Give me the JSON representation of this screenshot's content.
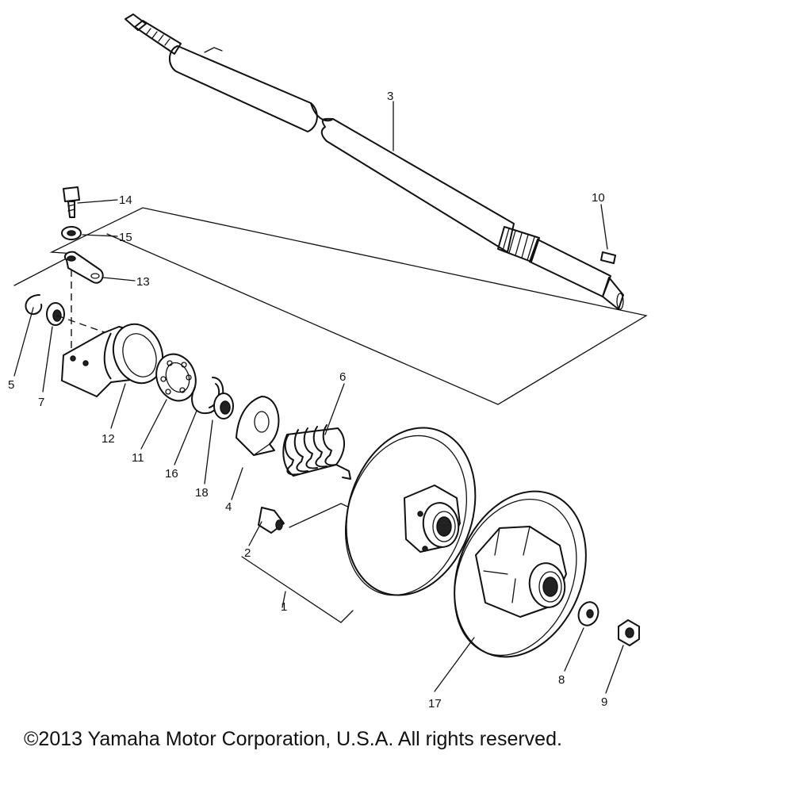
{
  "copyright": "©2013 Yamaha Motor Corporation, U.S.A. All rights reserved.",
  "callouts": {
    "n1": "1",
    "n2": "2",
    "n3": "3",
    "n4": "4",
    "n5": "5",
    "n6": "6",
    "n7": "7",
    "n8": "8",
    "n9": "9",
    "n10": "10",
    "n11": "11",
    "n12": "12",
    "n13": "13",
    "n14": "14",
    "n15": "15",
    "n16": "16",
    "n17": "17",
    "n18": "18"
  }
}
